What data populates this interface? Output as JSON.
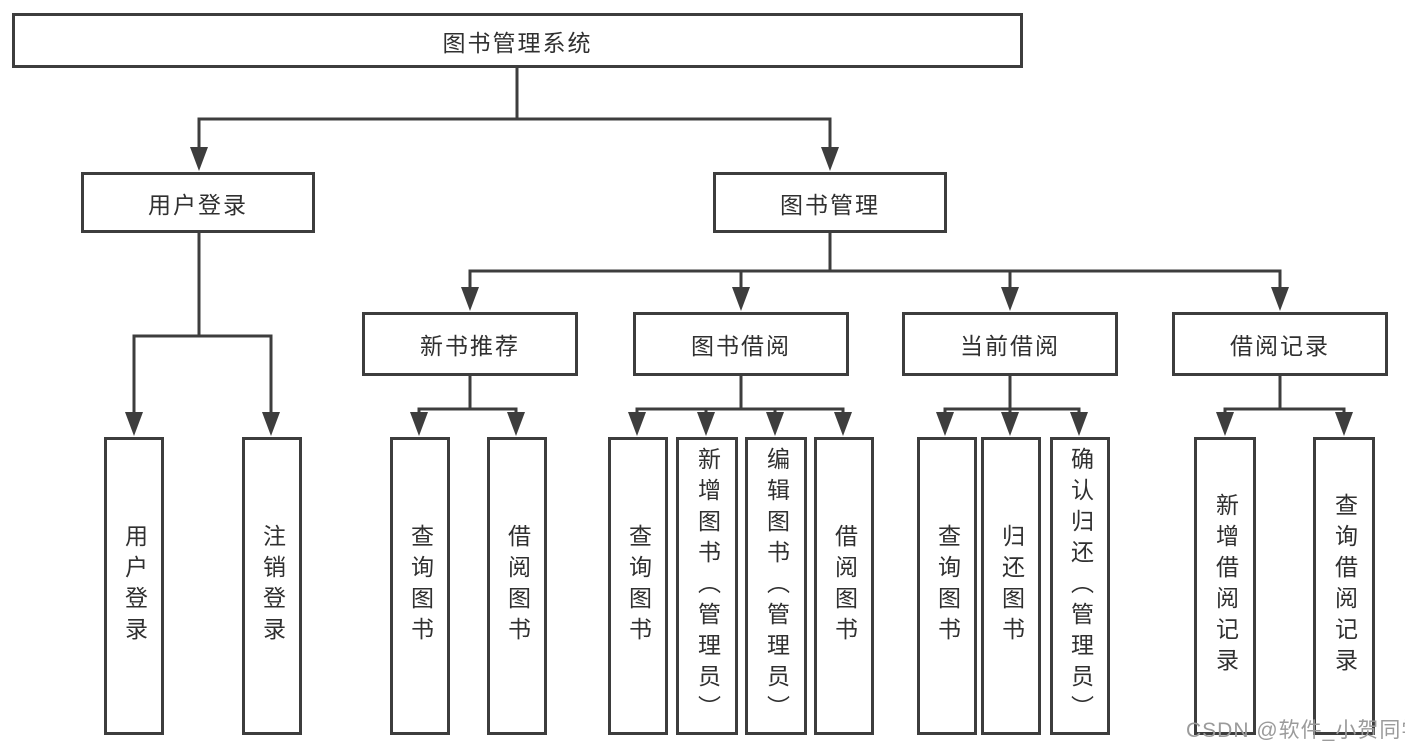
{
  "tree": {
    "label": "图书管理系统",
    "children": [
      {
        "label": "用户登录",
        "children": [
          {
            "label": "用户登录"
          },
          {
            "label": "注销登录"
          }
        ]
      },
      {
        "label": "图书管理",
        "children": [
          {
            "label": "新书推荐",
            "children": [
              {
                "label": "查询图书"
              },
              {
                "label": "借阅图书"
              }
            ]
          },
          {
            "label": "图书借阅",
            "children": [
              {
                "label": "查询图书"
              },
              {
                "label": "新增图书（管理员）"
              },
              {
                "label": "编辑图书（管理员）"
              },
              {
                "label": "借阅图书"
              }
            ]
          },
          {
            "label": "当前借阅",
            "children": [
              {
                "label": "查询图书"
              },
              {
                "label": "归还图书"
              },
              {
                "label": "确认归还（管理员）"
              }
            ]
          },
          {
            "label": "借阅记录",
            "children": [
              {
                "label": "新增借阅记录"
              },
              {
                "label": "查询借阅记录"
              }
            ]
          }
        ]
      }
    ]
  },
  "watermark": {
    "text": "CSDN @软件_小贺同学"
  },
  "colors": {
    "line": "#3d3d3d",
    "node_text": "#303030",
    "watermark": "#9b9b9b",
    "background": "#ffffff"
  }
}
